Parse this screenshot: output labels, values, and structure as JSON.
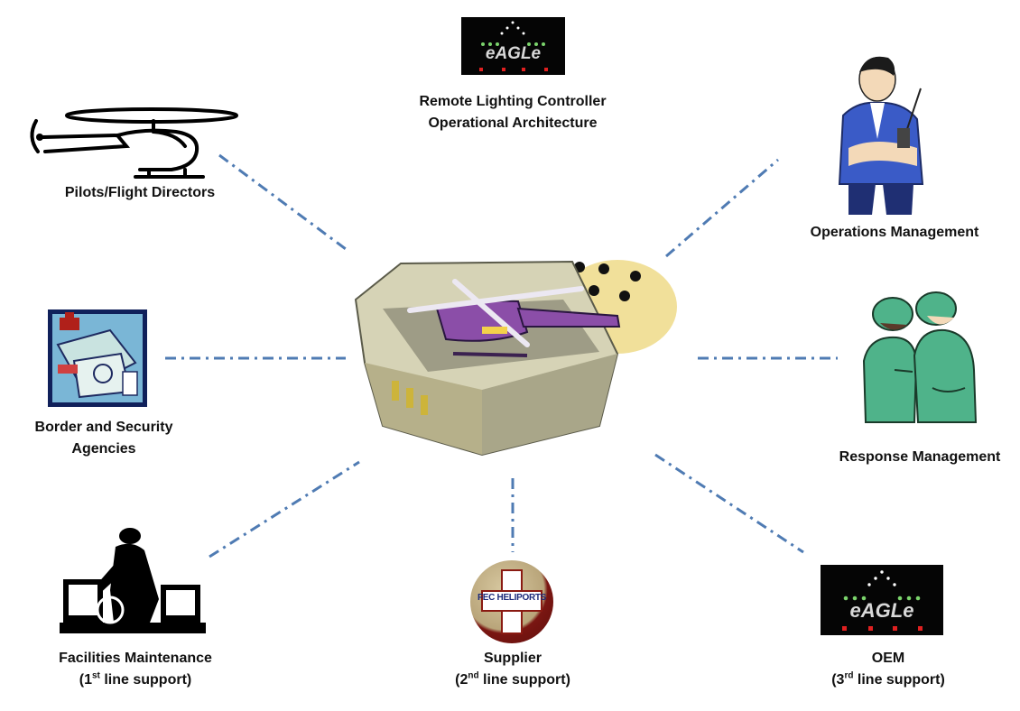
{
  "title": {
    "line1": "Remote Lighting Controller",
    "line2": "Operational Architecture"
  },
  "logo_text": "eAGLe",
  "supplier_logo_text": "FEC HELIPORTS",
  "nodes": {
    "pilots": {
      "label": "Pilots/Flight Directors"
    },
    "border": {
      "line1": "Border and Security",
      "line2": "Agencies"
    },
    "facilities": {
      "line1": "Facilities Maintenance",
      "line2_pre": "(1",
      "line2_sup": "st",
      "line2_post": " line support)"
    },
    "supplier": {
      "line1": "Supplier",
      "line2_pre": "(2",
      "line2_sup": "nd",
      "line2_post": " line support)"
    },
    "oem": {
      "line1": "OEM",
      "line2_pre": "(3",
      "line2_sup": "rd",
      "line2_post": " line support)"
    },
    "operations": {
      "label": "Operations Management"
    },
    "response": {
      "label": "Response Management"
    }
  },
  "colors": {
    "connector": "#4f7bb3",
    "helicopter_body": "#8b4ea8",
    "hub_yellow": "#f1e09a",
    "scrubs": "#4fb38a",
    "uniform": "#3a5bc7"
  }
}
